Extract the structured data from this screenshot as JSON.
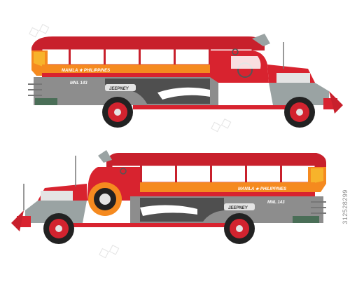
{
  "colors": {
    "body_red": "#d8232f",
    "roof_red": "#c8202c",
    "stripe_orange": "#f58a1f",
    "stripe_yellow": "#f7b32b",
    "panel_gray": "#8d8d8d",
    "dark_gray": "#4f4f4f",
    "fender_gray": "#9aa3a3",
    "chrome": "#e4e4e4",
    "tire": "#222222",
    "hub_red": "#d2232f",
    "accent_green": "#4a6e57"
  },
  "jeepney_top": {
    "banner": "MANILA ★ PHILIPPINES",
    "plate": "MNL 143",
    "emblem": "JEEPNEY"
  },
  "jeepney_bottom": {
    "banner": "MANILA ★ PHILIPPINES",
    "plate": "MNL 143",
    "emblem": "JEEPNEY"
  },
  "stock_id": "312528299",
  "watermark_icon": "adobe-stock-watermark-icon"
}
